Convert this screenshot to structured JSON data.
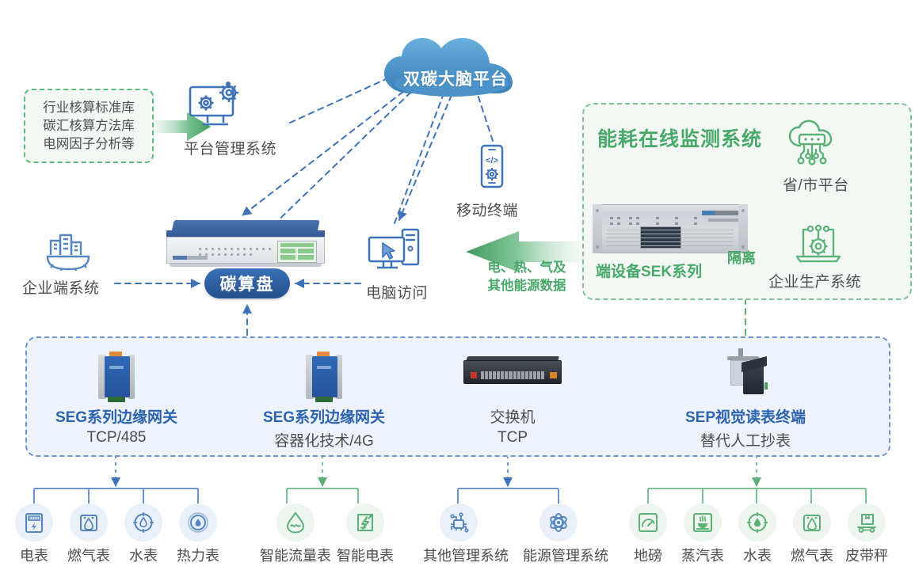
{
  "knowledge_box": {
    "name": "knowledge-library-box",
    "lines": [
      "行业核算标准库",
      "碳汇核算方法库",
      "电网因子分析等"
    ],
    "border_color": "#5fb97f"
  },
  "cloud": {
    "label": "双碳大脑平台",
    "color": "#4a90c8"
  },
  "nodes": {
    "platform_mgmt": "平台管理系统",
    "mobile_terminal": "移动终端",
    "pc_access": "电脑访问",
    "enterprise_system": "企业端系统",
    "carbon_abacus": "碳算盘"
  },
  "energy_note": {
    "line1": "电、热、气及",
    "line2": "其他能源数据",
    "color": "#49a86a"
  },
  "green_panel": {
    "title": "能耗在线监测系统",
    "accent": "#49a86a",
    "province_platform": "省/市平台",
    "edge_device": "端设备SEK系列",
    "isolation": "隔离",
    "production_system": "企业生产系统"
  },
  "gateway_panel": {
    "accent": "#2b63b0",
    "items": [
      {
        "title": "SEG系列边缘网关",
        "subtitle": "TCP/485",
        "icon": "blue-gateway-icon",
        "title_color": "#2b63b0"
      },
      {
        "title": "SEG系列边缘网关",
        "subtitle": "容器化技术/4G",
        "icon": "blue-gateway-icon",
        "title_color": "#2b63b0"
      },
      {
        "title": "交换机",
        "subtitle": "TCP",
        "icon": "network-switch-icon",
        "title_color": "#4d4d4d"
      },
      {
        "title": "SEP视觉读表终端",
        "subtitle": "替代人工抄表",
        "icon": "vision-meter-reader-icon",
        "title_color": "#2b63b0"
      }
    ]
  },
  "leaf_groups": [
    {
      "name": "group-electric-meters",
      "color": "blue",
      "items": [
        {
          "label": "电表",
          "icon": "electric-meter-icon"
        },
        {
          "label": "燃气表",
          "icon": "gas-meter-icon"
        },
        {
          "label": "水表",
          "icon": "water-meter-icon"
        },
        {
          "label": "热力表",
          "icon": "heat-meter-icon"
        }
      ]
    },
    {
      "name": "group-smart-meters",
      "color": "green",
      "items": [
        {
          "label": "智能流量表",
          "icon": "smart-flow-meter-icon"
        },
        {
          "label": "智能电表",
          "icon": "smart-electric-meter-icon"
        }
      ]
    },
    {
      "name": "group-management-systems",
      "color": "blue",
      "items": [
        {
          "label": "其他管理系统",
          "icon": "other-management-system-icon"
        },
        {
          "label": "能源管理系统",
          "icon": "energy-management-system-icon"
        }
      ]
    },
    {
      "name": "group-industrial-meters",
      "color": "green",
      "items": [
        {
          "label": "地磅",
          "icon": "weighbridge-icon"
        },
        {
          "label": "蒸汽表",
          "icon": "steam-meter-icon"
        },
        {
          "label": "水表",
          "icon": "water-meter-icon"
        },
        {
          "label": "燃气表",
          "icon": "gas-meter-icon"
        },
        {
          "label": "皮带秤",
          "icon": "belt-scale-icon"
        }
      ]
    }
  ],
  "colors": {
    "blue_dashed": "#6e93cf",
    "blue_panel_fill": "#eef3fb",
    "green_dashed": "#7cc295",
    "green_panel_fill": "#f3f8f4",
    "blue_accent": "#2b63b0",
    "green_accent": "#49a86a"
  }
}
